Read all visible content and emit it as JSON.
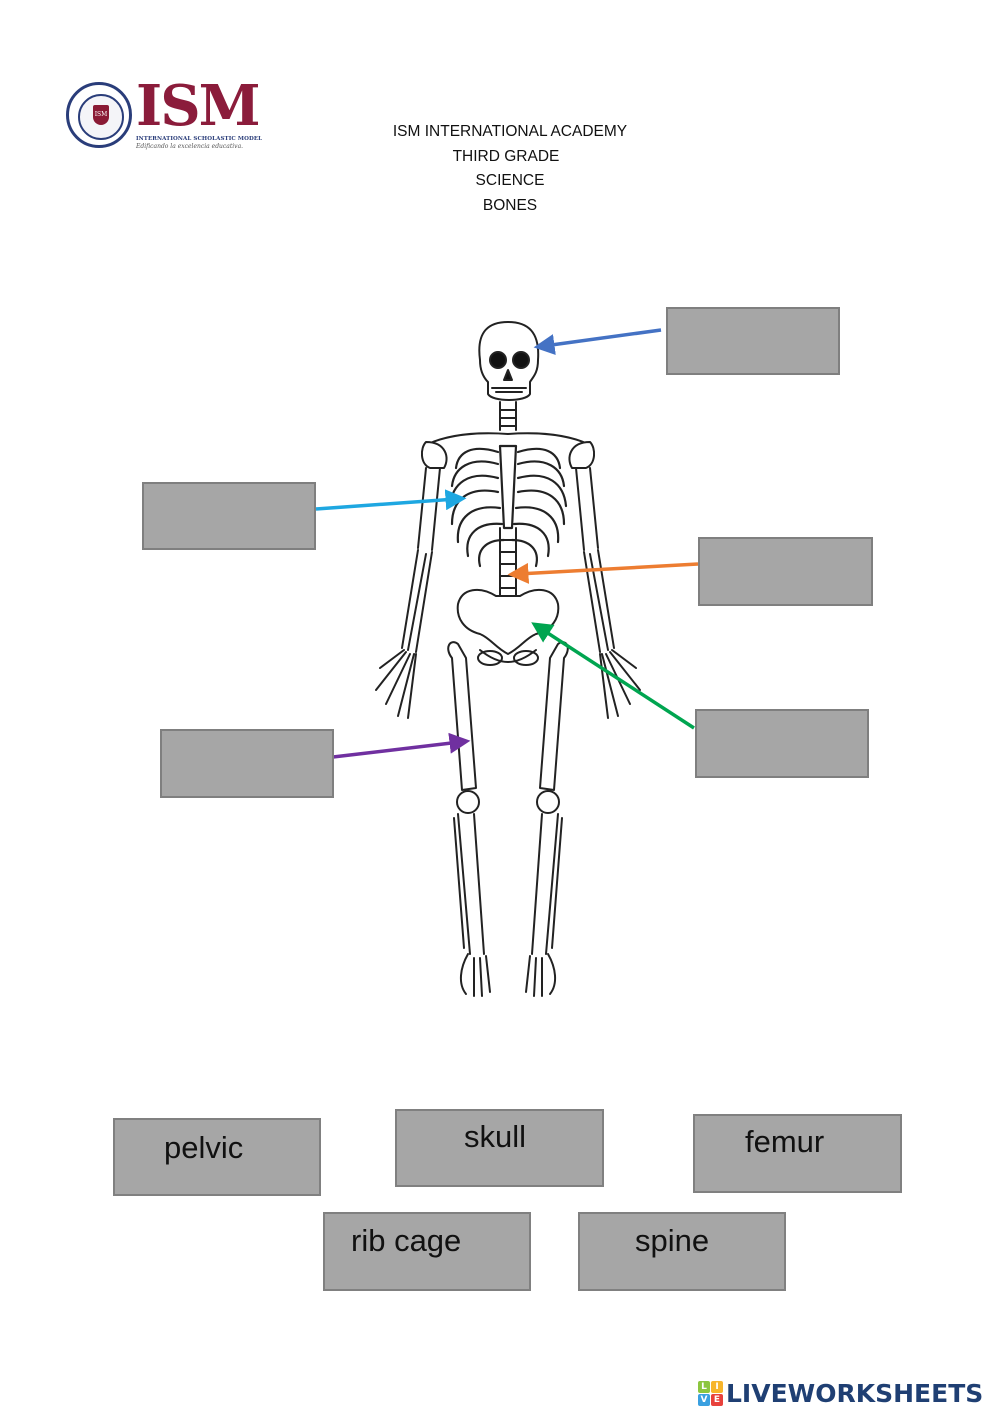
{
  "logo": {
    "wordmark": "ISM",
    "seal_text": "ISM",
    "subtitle": "INTERNATIONAL SCHOLASTIC MODEL",
    "tagline": "Edificando la excelencia educativa.",
    "brand_color": "#8b1c3b",
    "seal_color": "#2a3d7a"
  },
  "header": {
    "school": "ISM INTERNATIONAL ACADEMY",
    "grade": "THIRD GRADE",
    "subject": "SCIENCE",
    "topic": "BONES"
  },
  "diagram": {
    "image": "human-skeleton-front-view",
    "answer_boxes": [
      {
        "target": "skull",
        "arrow_color": "#4472c4",
        "value": ""
      },
      {
        "target": "rib cage",
        "arrow_color": "#1ea7e1",
        "value": ""
      },
      {
        "target": "spine",
        "arrow_color": "#ed7d31",
        "value": ""
      },
      {
        "target": "pelvic",
        "arrow_color": "#00a550",
        "value": ""
      },
      {
        "target": "femur",
        "arrow_color": "#7030a0",
        "value": ""
      }
    ]
  },
  "word_bank": {
    "words": [
      "pelvic",
      "skull",
      "femur",
      "rib cage",
      "spine"
    ]
  },
  "footer": {
    "brand": "LIVEWORKSHEETS",
    "badge_letters": [
      "L",
      "I",
      "V",
      "E"
    ],
    "badge_colors": [
      "#8cc63f",
      "#f7b52c",
      "#3aa0e0",
      "#e8413c"
    ]
  }
}
